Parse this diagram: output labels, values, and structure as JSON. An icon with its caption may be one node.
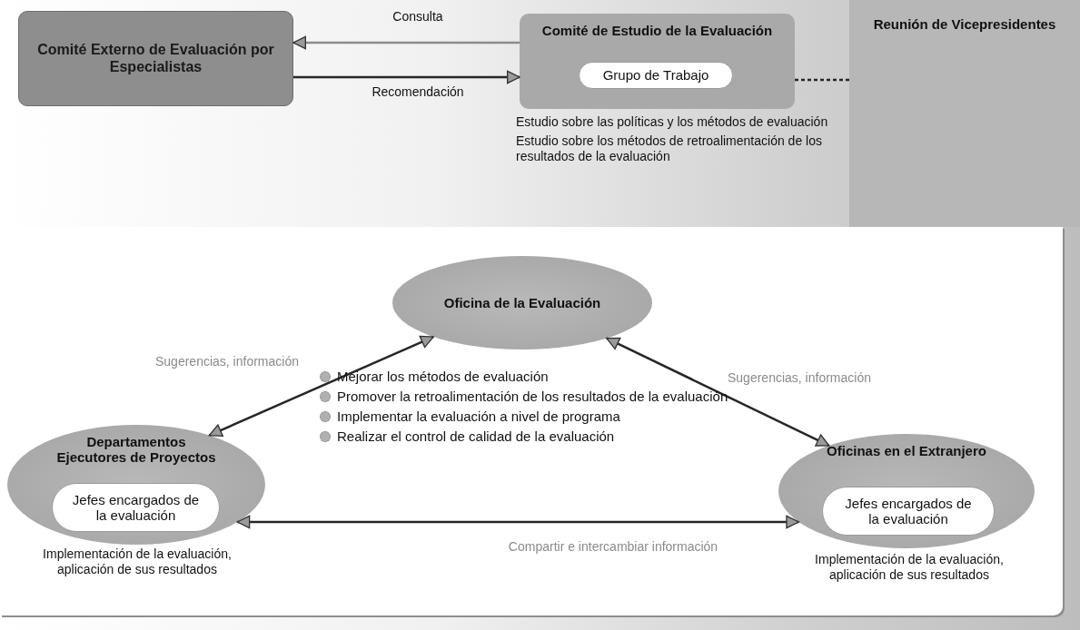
{
  "diagram": {
    "nodes": [
      {
        "text": [
          "Comité Externo de Evaluación por Especialistas"
        ]
      },
      {
        "text": [
          "Comité de Estudio de la Evaluación"
        ],
        "beside": [
          "Estudio sobre las políticas y los métodos de evaluación",
          "Estudio sobre los métodos de retroalimentación de los resultados de la evaluación"
        ]
      },
      {
        "text": [
          "Grupo de Trabajo"
        ],
        "in": 1
      },
      {
        "text": [
          "Reunión de Vicepresidentes"
        ]
      },
      {
        "text": [
          "Oficina de la Evaluación"
        ]
      },
      {
        "text": [
          "Departamentos Ejecutores de Proyectos"
        ],
        "beside": [
          "Implementación de la evaluación, aplicación de sus resultados"
        ]
      },
      {
        "text": [
          "Jefes encargados de la evaluación"
        ],
        "in": 5
      },
      {
        "text": [
          "Oficinas en el Extranjero"
        ],
        "beside": [
          "Implementación de la evaluación, aplicación de sus resultados"
        ]
      },
      {
        "text": [
          "Jefes encargados de la evaluación"
        ],
        "in": 7
      }
    ],
    "edges": [
      {
        "from": 1,
        "to": 0,
        "arrow": "to",
        "label": "Consulta",
        "color": "#8c8c8c"
      },
      {
        "from": 0,
        "to": 1,
        "arrow": "to",
        "label": "Recomendación"
      },
      {
        "from": 1,
        "to": 3,
        "arrow": "none",
        "style": "dashed"
      },
      {
        "from": 4,
        "to": 5,
        "arrow": "both",
        "label": "Sugerencias, información"
      },
      {
        "from": 4,
        "to": 7,
        "arrow": "both",
        "label": "Sugerencias, información"
      },
      {
        "from": 5,
        "to": 7,
        "arrow": "both",
        "label": "Compartir e intercambiar información"
      }
    ],
    "labels": [
      "Mejorar los métodos de evaluación",
      "Promover la retroalimentación de los resultados de la evaluación",
      "Implementar la evaluación a nivel de programa",
      "Realizar el control de calidad de la evaluación"
    ]
  }
}
